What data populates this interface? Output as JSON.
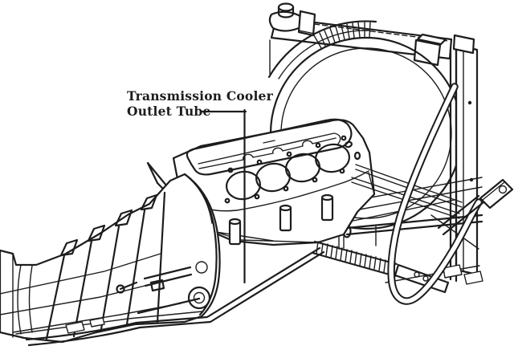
{
  "figure": {
    "type": "technical-illustration",
    "background_color": "#ffffff",
    "line_color": "#1d1d1d",
    "callout": {
      "line1": "Transmission Cooler",
      "line2": "Outlet Tube"
    }
  }
}
